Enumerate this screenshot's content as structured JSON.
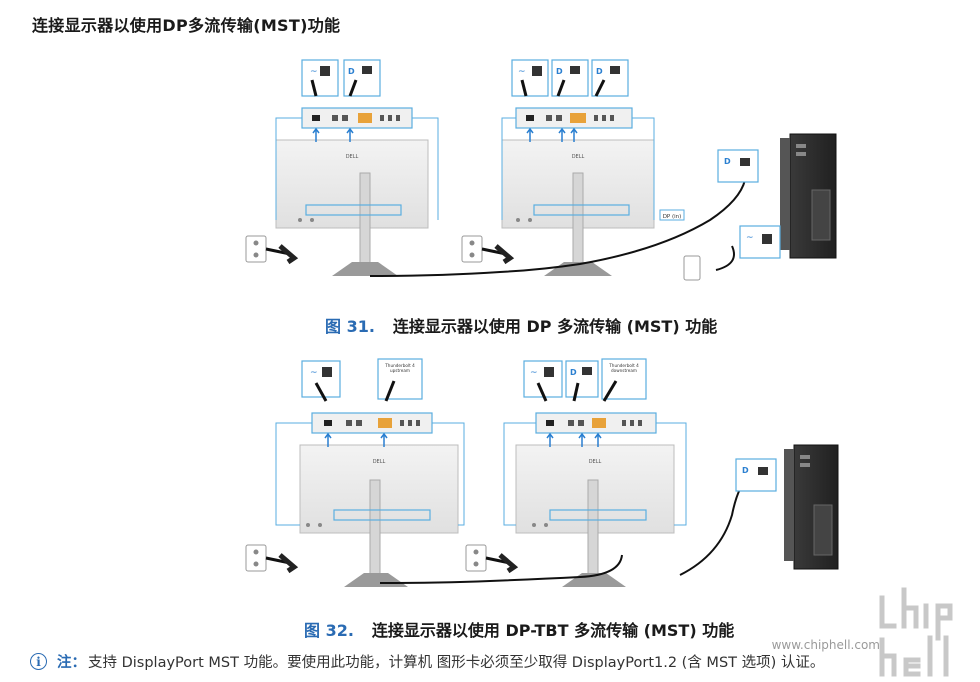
{
  "heading": "连接显示器以使用DP多流传输(MST)功能",
  "figures": [
    {
      "number": "图 31.",
      "title": "连接显示器以使用 DP 多流传输 (MST) 功能",
      "dp_out_label": "DP (in)"
    },
    {
      "number": "图 32.",
      "title": "连接显示器以使用 DP-TBT 多流传输 (MST) 功能",
      "thunderbolt_label_1": "Thunderbolt 4",
      "thunderbolt_label_2": "upstream",
      "thunderbolt_label_3": "downstream"
    }
  ],
  "note": {
    "icon": "info-icon",
    "label": "注：",
    "text": "支持 DisplayPort MST 功能。要使用此功能，计算机 图形卡必须至少取得 DisplayPort1.2 (含 MST 选项) 认证。"
  },
  "monitor_logo": "DELL",
  "watermark": {
    "text": "chip hell",
    "url": "www.chiphell.com"
  },
  "colors": {
    "caption_number": "#2a6bb3",
    "callout_line": "#5aaee0",
    "arrow": "#2a7fd0"
  }
}
